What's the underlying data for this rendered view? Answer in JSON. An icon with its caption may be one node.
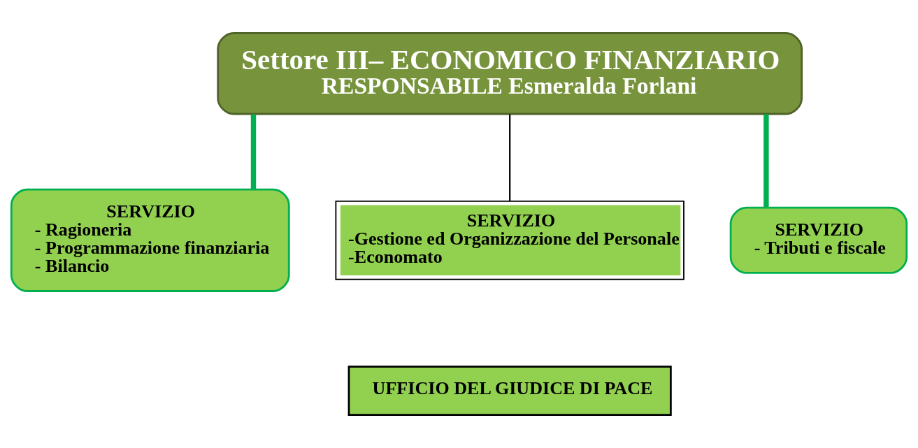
{
  "diagram": {
    "nodes": [
      {
        "text": [
          "Settore III– ECONOMICO FINANZIARIO",
          "RESPONSABILE Esmeralda Forlani"
        ]
      },
      {
        "text": [
          "SERVIZIO",
          "- Ragioneria",
          "- Programmazione finanziaria",
          "- Bilancio"
        ]
      },
      {
        "text": [
          "SERVIZIO",
          "-Gestione ed Organizzazione del Personale",
          "-Economato"
        ]
      },
      {
        "text": [
          "SERVIZIO",
          "- Tributi e fiscale"
        ]
      },
      {
        "text": [
          "UFFICIO DEL GIUDICE DI PACE"
        ]
      }
    ],
    "edges": [
      {
        "from": 0,
        "to": 1,
        "arrow": "none"
      },
      {
        "from": 0,
        "to": 2,
        "arrow": "none",
        "color": "#000000"
      },
      {
        "from": 0,
        "to": 3,
        "arrow": "none"
      }
    ]
  }
}
